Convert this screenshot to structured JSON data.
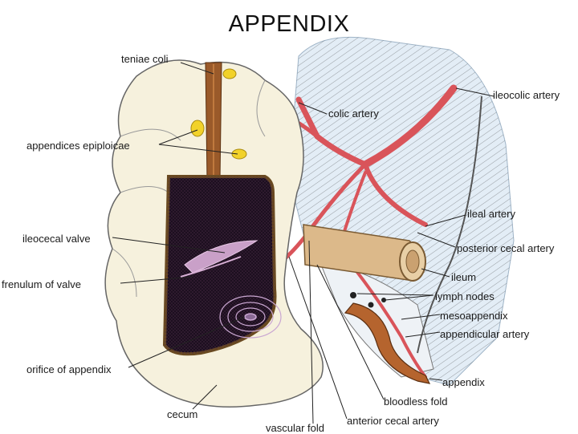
{
  "title": "APPENDIX",
  "labels": {
    "teniae_coli": "teniae coli",
    "appendices_epiploicae": "appendices epiploicae",
    "ileocecal_valve": "ileocecal valve",
    "frenulum_of_valve": "frenulum of valve",
    "orifice_of_appendix": "orifice of appendix",
    "cecum": "cecum",
    "vascular_fold": "vascular fold",
    "anterior_cecal_artery": "anterior cecal artery",
    "bloodless_fold": "bloodless fold",
    "appendix": "appendix",
    "appendicular_artery": "appendicular artery",
    "mesoappendix": "mesoappendix",
    "lymph_nodes": "lymph nodes",
    "ileum": "ileum",
    "posterior_cecal_artery": "posterior cecal artery",
    "ileal_artery": "ileal artery",
    "ileocolic_artery": "ileocolic artery",
    "colic_artery": "colic artery"
  },
  "colors": {
    "artery": "#d9545a",
    "cecum_wall": "#f6f1dd",
    "interior": "#1c0f1f",
    "taenia": "#9a5a2a",
    "appendix": "#b5642e",
    "mesentery": "#e3edf6",
    "ileum": "#dcb98a",
    "fat": "#f2d22a"
  }
}
